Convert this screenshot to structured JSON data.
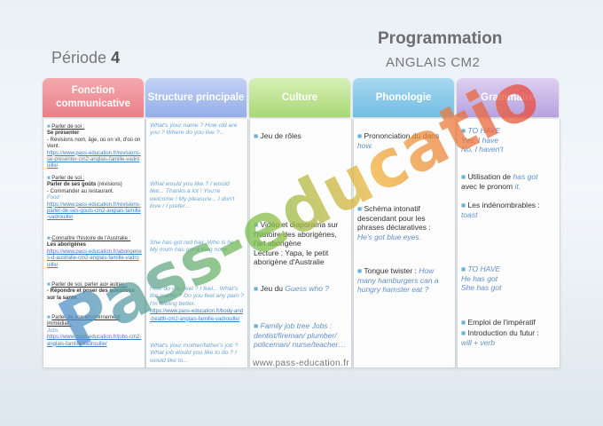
{
  "header": {
    "title": "Programmation",
    "subtitle": "ANGLAIS CM2",
    "periode_label": "Période",
    "periode_num": "4"
  },
  "columns": {
    "fonction": "Fonction communicative",
    "structure": "Structure principale",
    "culture": "Culture",
    "phonologie": "Phonologie",
    "grammaire": "Grammaire"
  },
  "fonction": {
    "i1_title": "Parler de soi :",
    "i1_sub": "Se présenter",
    "i1_text": "- Révisions nom, âge, où on vit, d'où on vient.",
    "i1_link": "https://www.pass-education.fr/revisions-se-presenter-cm2-anglais-famille-vadrouille/",
    "i2_title": "Parler de soi :",
    "i2_sub": "Parler de ses goûts",
    "i2_sub2": "(révisions)",
    "i2_text": "- Commander au restaurant.",
    "i2_food": "Food",
    "i2_link": "https://www.pass-education.fr/revisions-parler-de-ses-gouts-cm2-anglais-famille-vadrouille/",
    "i3_title": "Connaître l'histoire de l'Australie :",
    "i3_sub": "Les aborigènes",
    "i3_link": "https://www.pass-education.fr/aborigenes-d-australie-cm2-anglais-famille-vadrouille/",
    "i4_title": "Parler de soi, parler aux autres :",
    "i4_sub": "- Répondre et poser des questions sur la santé.",
    "i5_title": "Parler de son environnement immédiat :",
    "i5_ital": "Jobs",
    "i5_link": "https://www.pass-education.fr/jobs-cm2-anglais-famille-vadrouille/"
  },
  "structure": {
    "s1": "What's your name ? How old are you ? Where do you live ?...",
    "s2": "What would you like ? I would like... Thanks a lot ! You're welcome ! My pleasure... I don't love / I prefer...",
    "s3": "She has got red hair. Who is he ? My mum has got a long nose.",
    "s4": "How do you feel ? I feel... What's the matter ? Do you feel any pain ? I'm feeling better.",
    "s4_link": "https://www.pass-education.fr/body-and-health-cm2-anglais-famille-vadrouille/",
    "s5": "What's your mother/father's job ? What job would you like to do ? I would like to..."
  },
  "culture": {
    "c1": "Jeu de rôles",
    "c2": "Vidéo et diaporama sur l'histoire des aborigènes, l'art aborigène",
    "c2b": "Lecture : Yapa, le petit aborigène d'Australie",
    "c3": "Jeu du",
    "c3_ital": "Guess who ?",
    "c4": "Family job tree Jobs : dentist/fireman/ plumber/ policeman/ nurse/teacher…"
  },
  "phonologie": {
    "p1": "Prononciation du",
    "p1b": "dans",
    "p1_ital": "how.",
    "p2": "Schéma intonatif descendant pour les phrases déclaratives :",
    "p2_ital": "He's got blue eyes.",
    "p3": "Tongue twister :",
    "p3_ital": "How many hamburgers can a hungry hamster eat ?"
  },
  "grammaire": {
    "g1_ital": "TO HAVE",
    "g1_ital2": "Yes, I have",
    "g1_ital3": "No, I haven't",
    "g2": "Utilisation de",
    "g2_ital": "has got",
    "g2b": "avec le pronom",
    "g2_ital2": "it.",
    "g3": "Les indénombrables :",
    "g3_ital": "toast",
    "g4_ital": "TO HAVE",
    "g4_ital2": "He has got",
    "g4_ital3": "She has got",
    "g5": "Emploi de l'impératif",
    "g6": "Introduction du futur :",
    "g6_ital": "will + verb"
  },
  "footer": {
    "url": "www.pass-education.fr"
  },
  "watermark": {
    "text": "Pass-education"
  }
}
